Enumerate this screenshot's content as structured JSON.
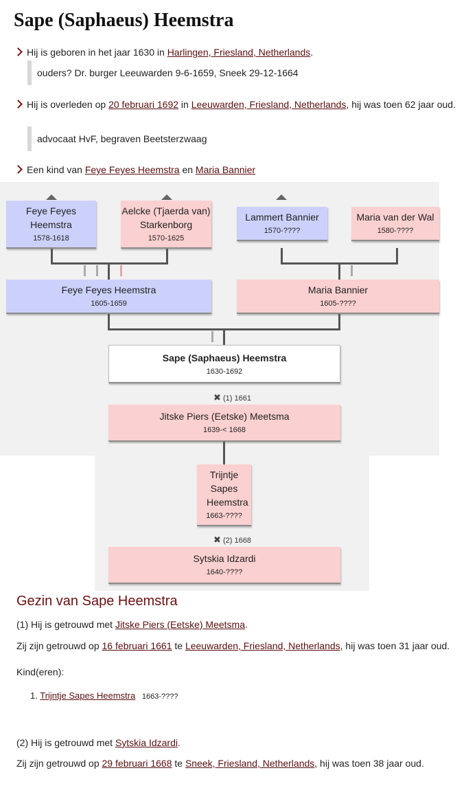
{
  "title": "Sape (Saphaeus) Heemstra",
  "birth": {
    "pre": "Hij is geboren in het jaar 1630 in ",
    "place": "Harlingen, Friesland, Netherlands",
    "post": ".",
    "note": "ouders? Dr. burger Leeuwarden 9-6-1659, Sneek 29-12-1664"
  },
  "death": {
    "pre": "Hij is overleden op ",
    "date": "20 februari 1692",
    "mid": " in ",
    "place": "Leeuwarden, Friesland, Netherlands",
    "post": ", hij was toen 62 jaar oud.",
    "note": "advocaat HvF, begraven Beetsterzwaag"
  },
  "parents": {
    "pre": "Een kind van ",
    "father": "Feye Feyes Heemstra",
    "mid": " en ",
    "mother": "Maria Bannier"
  },
  "tree": {
    "gp1": {
      "name": "Feye Feyes Heemstra",
      "dates": "1578-1618"
    },
    "gp2": {
      "name": "Aelcke (Tjaerda van) Starkenborg",
      "dates": "1570-1625"
    },
    "gp3": {
      "name": "Lammert Bannier",
      "dates": "1570-????"
    },
    "gp4": {
      "name": "Maria van der Wal",
      "dates": "1580-????"
    },
    "father": {
      "name": "Feye Feyes Heemstra",
      "dates": "1605-1659"
    },
    "mother": {
      "name": "Maria Bannier",
      "dates": "1605-????"
    },
    "self": {
      "name": "Sape (Saphaeus) Heemstra",
      "dates": "1630-1692"
    },
    "marriage1": {
      "symbol": "✖",
      "label": "(1) 1661"
    },
    "spouse1": {
      "name": "Jitske Piers (Eetske) Meetsma",
      "dates": "1639-< 1668"
    },
    "child": {
      "name": "Trijntje Sapes Heemstra",
      "dates": "1663-????"
    },
    "marriage2": {
      "symbol": "✖",
      "label": "(2) 1668"
    },
    "spouse2": {
      "name": "Sytskia Idzardi",
      "dates": "1640-????"
    },
    "colors": {
      "male": "#ccd1fb",
      "female": "#fbd0d0",
      "self": "#ffffff"
    }
  },
  "family": {
    "heading": "Gezin van Sape Heemstra",
    "m1": {
      "pre": "(1) Hij is getrouwd met ",
      "spouse": "Jitske Piers (Eetske) Meetsma",
      "post": ".",
      "wed_pre": "Zij zijn getrouwd op ",
      "wed_date": "16 februari 1661",
      "wed_mid": " te ",
      "wed_place": "Leeuwarden, Friesland, Netherlands",
      "wed_post": ", hij was toen 31 jaar oud.",
      "kids_label": "Kind(eren):",
      "kids": [
        {
          "num": "1.",
          "name": "Trijntje Sapes Heemstra",
          "dates": "1663-????"
        }
      ]
    },
    "m2": {
      "pre": "(2) Hij is getrouwd met ",
      "spouse": "Sytskia Idzardi",
      "post": ".",
      "wed_pre": "Zij zijn getrouwd op ",
      "wed_date": "29 februari 1668",
      "wed_mid": " te ",
      "wed_place": "Sneek, Friesland, Netherlands",
      "wed_post": ", hij was toen 38 jaar oud."
    }
  }
}
